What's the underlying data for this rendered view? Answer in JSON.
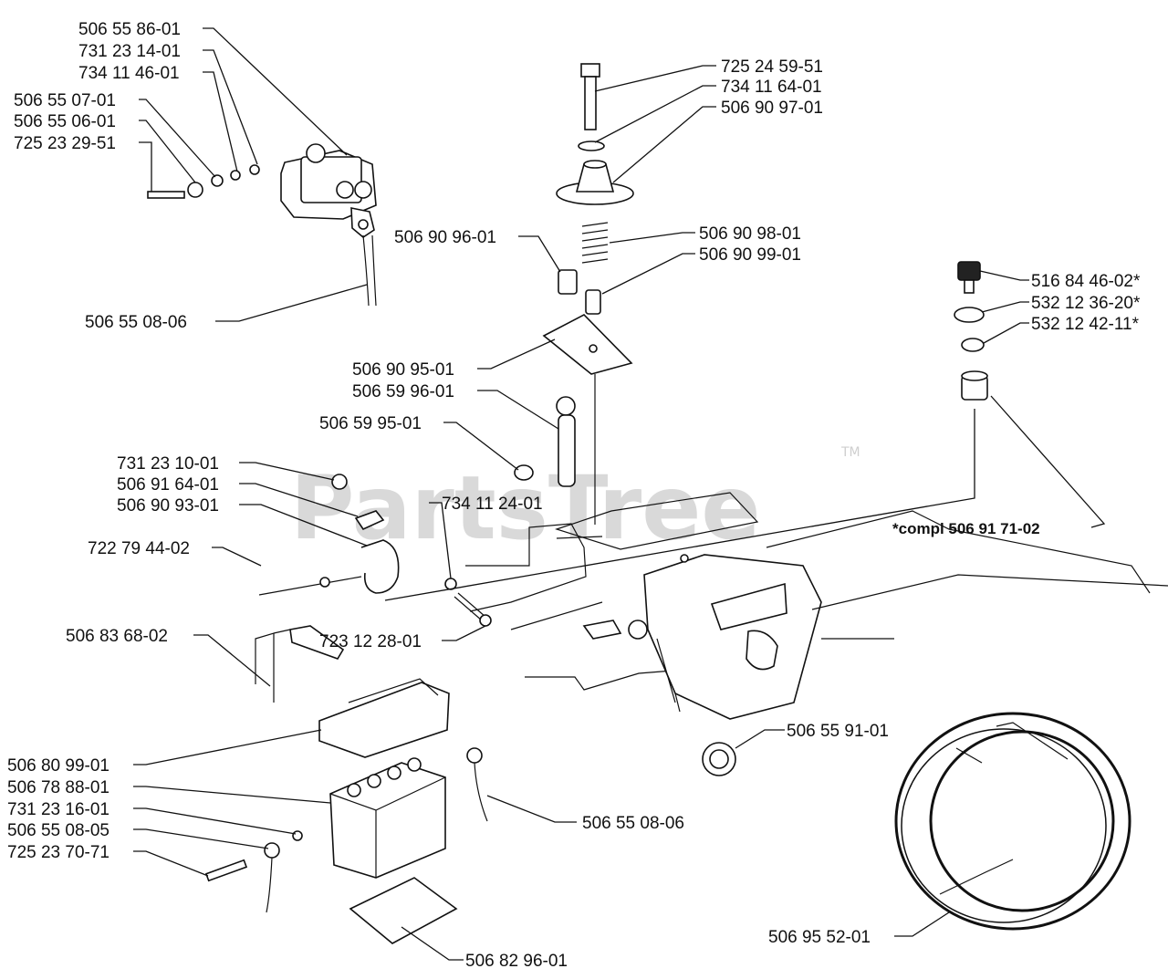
{
  "watermark": {
    "text": "PartsTree",
    "tm": "TM"
  },
  "labels": {
    "p1": "506 55 86-01",
    "p2": "731 23 14-01",
    "p3": "734 11 46-01",
    "p4": "506 55 07-01",
    "p5": "506 55 06-01",
    "p6": "725 23 29-51",
    "p7": "506 55 08-06",
    "p8": "725 24 59-51",
    "p9": "734 11 64-01",
    "p10": "506 90 97-01",
    "p11": "506 90 96-01",
    "p12": "506 90 98-01",
    "p13": "506 90 99-01",
    "p14": "506 90 95-01",
    "p15": "506 59 96-01",
    "p16": "506 59 95-01",
    "p17": "731 23 10-01",
    "p18": "506 91 64-01",
    "p19": "506 90 93-01",
    "p20": "734 11 24-01",
    "p21": "722 79 44-02",
    "p22": "723 12 28-01",
    "p23": "516 84 46-02*",
    "p24": "532 12 36-20*",
    "p25": "532 12 42-11*",
    "p26": "*compl 506 91 71-02",
    "p27": "506 83 68-02",
    "p28": "506 80 99-01",
    "p29": "506 78 88-01",
    "p30": "731 23 16-01",
    "p31": "506 55 08-05",
    "p32": "725 23 70-71",
    "p33": "506 55 08-06",
    "p34": "506 55 91-01",
    "p35": "506 82 96-01",
    "p36": "506 95 52-01"
  }
}
